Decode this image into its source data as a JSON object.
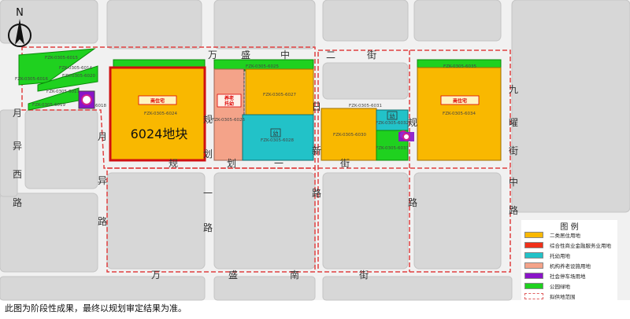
{
  "map": {
    "north_label": "N",
    "highlight_label": "6024地块",
    "roads": {
      "top_left": [
        "万",
        "盛",
        "中"
      ],
      "top_right": [
        "二",
        "街"
      ],
      "bottom": [
        "万",
        "盛",
        "南",
        "街"
      ],
      "right_vertical": [
        "九",
        "曜",
        "街"
      ],
      "right_mid": [
        "中",
        "路"
      ],
      "left_outer": [
        "月",
        "异",
        "西",
        "路"
      ],
      "left_inner": [
        "月",
        "异",
        "路"
      ],
      "guihua_vertical": [
        "规",
        "划",
        "一",
        "路"
      ],
      "guihua_horizontal": [
        "规",
        "划",
        "一",
        "街"
      ],
      "ri_xin": [
        "日",
        "新",
        "路"
      ],
      "gui_small": "规",
      "mid_vertical": [
        "路"
      ]
    },
    "parcel_codes": {
      "p6024": "FZK-0305-6024",
      "p6034": "FZK-0305-6034",
      "p6027": "FZK-0305-6027",
      "p6025": "FZK-0305-6025",
      "p6026": "FZK-0305-6026",
      "p6028": "FZK-0305-6028",
      "p6030": "FZK-0305-6030",
      "p6032": "FZK-0305-6032",
      "p6033": "FZK-0305-6033",
      "p6031": "FZK-0305-6031",
      "p6014": "FZK-0305-6014",
      "p6015": "FZK-0305-6015",
      "p6016": "FZK-0305-6016",
      "p6017": "FZK-0305-6017",
      "p6018": "6018",
      "p6019": "FZK-0305-6019",
      "p6020": "FZK-0305-6020",
      "p6035": "FZK-0305-6035"
    },
    "tags": {
      "residential": "商住宅",
      "care": "养老",
      "care_sub": "托幼",
      "daycare": "幼"
    }
  },
  "legend": {
    "title": "图 例",
    "items": [
      {
        "label": "二类居住用地",
        "color": "#f9b800"
      },
      {
        "label": "综合性商业金融服务业用地",
        "color": "#f0311a"
      },
      {
        "label": "托幼用地",
        "color": "#22c2c8"
      },
      {
        "label": "机构养老设施用地",
        "color": "#f4a389"
      },
      {
        "label": "社会停车场用地",
        "color": "#8a14c8"
      },
      {
        "label": "公园绿地",
        "color": "#1fd11f"
      },
      {
        "label": "拟供地范围",
        "color": "#ffffff",
        "border": "#e06060"
      }
    ]
  },
  "caption": "此图为阶段性成果，最终以规划审定结果为准。"
}
